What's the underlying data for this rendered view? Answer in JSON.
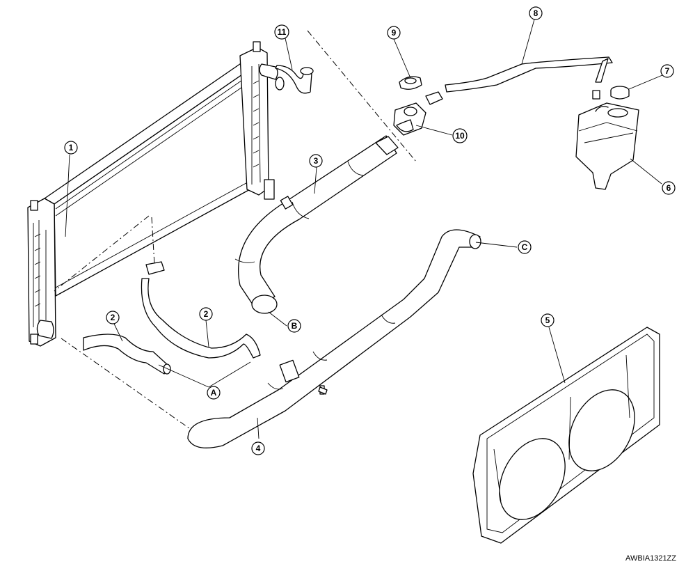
{
  "callouts": {
    "c1": "1",
    "c2a": "2",
    "c2b": "2",
    "c3": "3",
    "c4": "4",
    "c5": "5",
    "c6": "6",
    "c7": "7",
    "c8": "8",
    "c9": "9",
    "c10": "10",
    "c11": "11",
    "cA": "A",
    "cB": "B",
    "cC": "C"
  },
  "figure_code": "AWBIA1321ZZ"
}
